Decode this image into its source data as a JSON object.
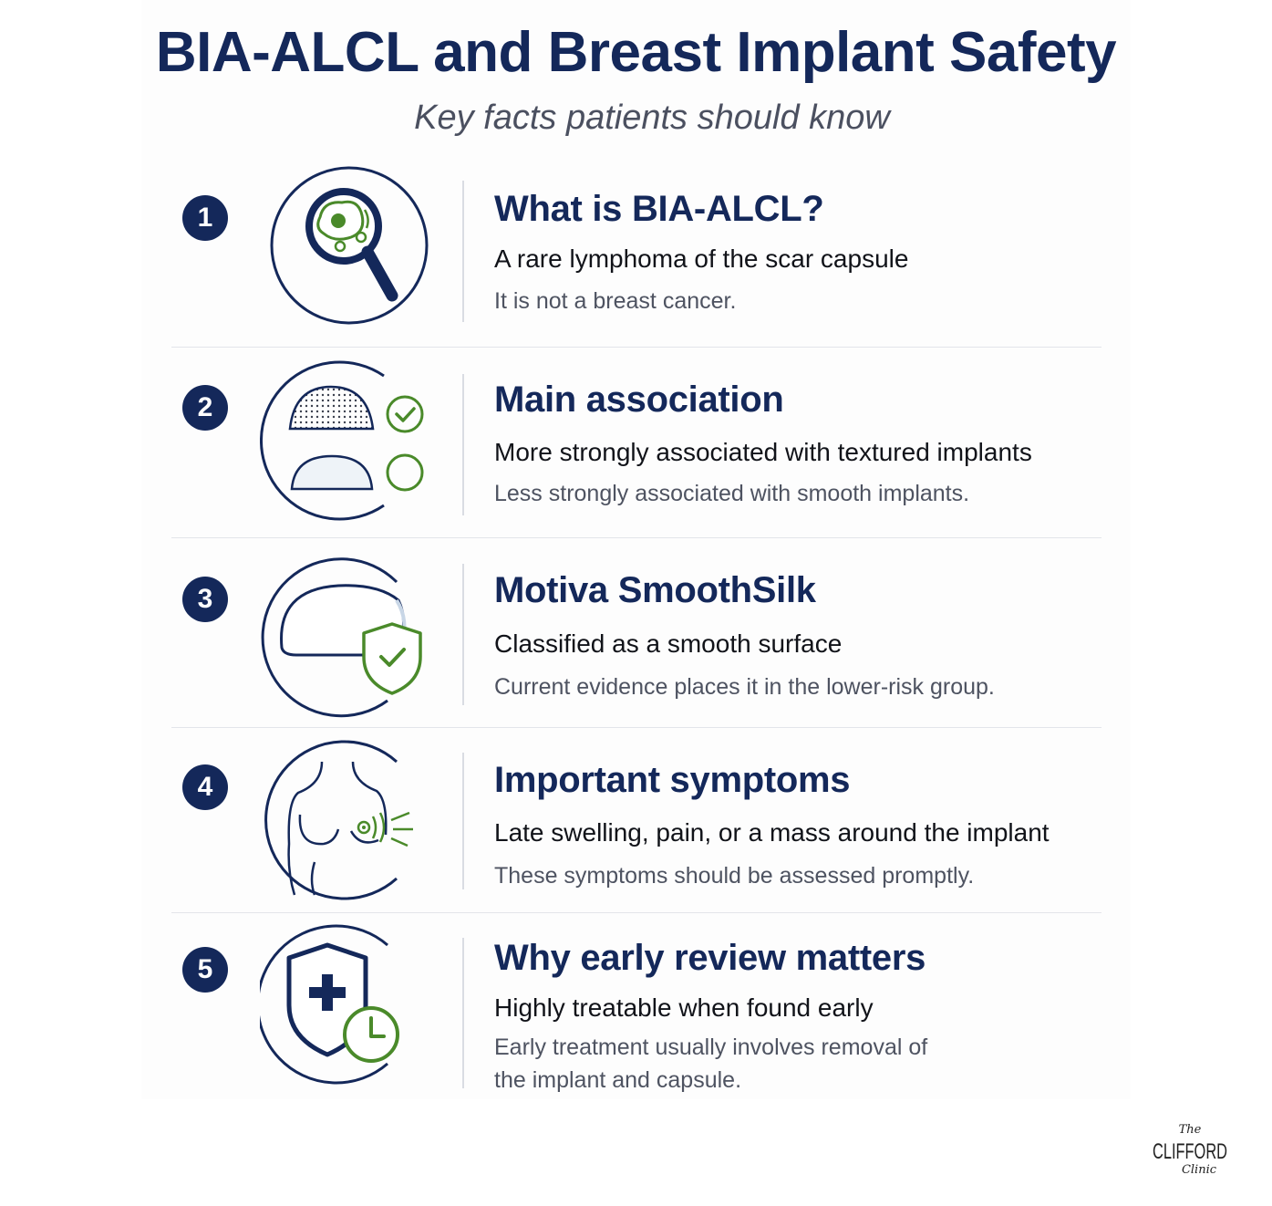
{
  "title": "BIA-ALCL and Breast Implant Safety",
  "subtitle": "Key facts patients should know",
  "colors": {
    "navy": "#14285a",
    "green": "#4a8a2a",
    "text": "#111319",
    "muted": "#4e5361"
  },
  "items": [
    {
      "number": "1",
      "icon": "magnifier-cell-icon",
      "heading": "What is BIA-ALCL?",
      "lead": "A rare lymphoma of the scar capsule",
      "detail": "It is not a breast cancer."
    },
    {
      "number": "2",
      "icon": "textured-vs-smooth-implant-icon",
      "heading": "Main association",
      "lead": "More strongly associated with textured implants",
      "detail": "Less strongly associated with smooth implants."
    },
    {
      "number": "3",
      "icon": "implant-shield-check-icon",
      "heading": "Motiva SmoothSilk",
      "lead": "Classified as a smooth surface",
      "detail": "Current evidence places it in the lower-risk group."
    },
    {
      "number": "4",
      "icon": "torso-symptom-icon",
      "heading": "Important symptoms",
      "lead": "Late swelling, pain, or a mass around the implant",
      "detail": "These symptoms should be assessed promptly."
    },
    {
      "number": "5",
      "icon": "medical-shield-clock-icon",
      "heading": "Why early review matters",
      "lead": "Highly treatable when found early",
      "detail_line1": "Early treatment usually involves removal of",
      "detail_line2": "the implant and capsule."
    }
  ],
  "logo": {
    "top": "The",
    "main": "CLIFFORD",
    "bottom": "Clinic"
  }
}
